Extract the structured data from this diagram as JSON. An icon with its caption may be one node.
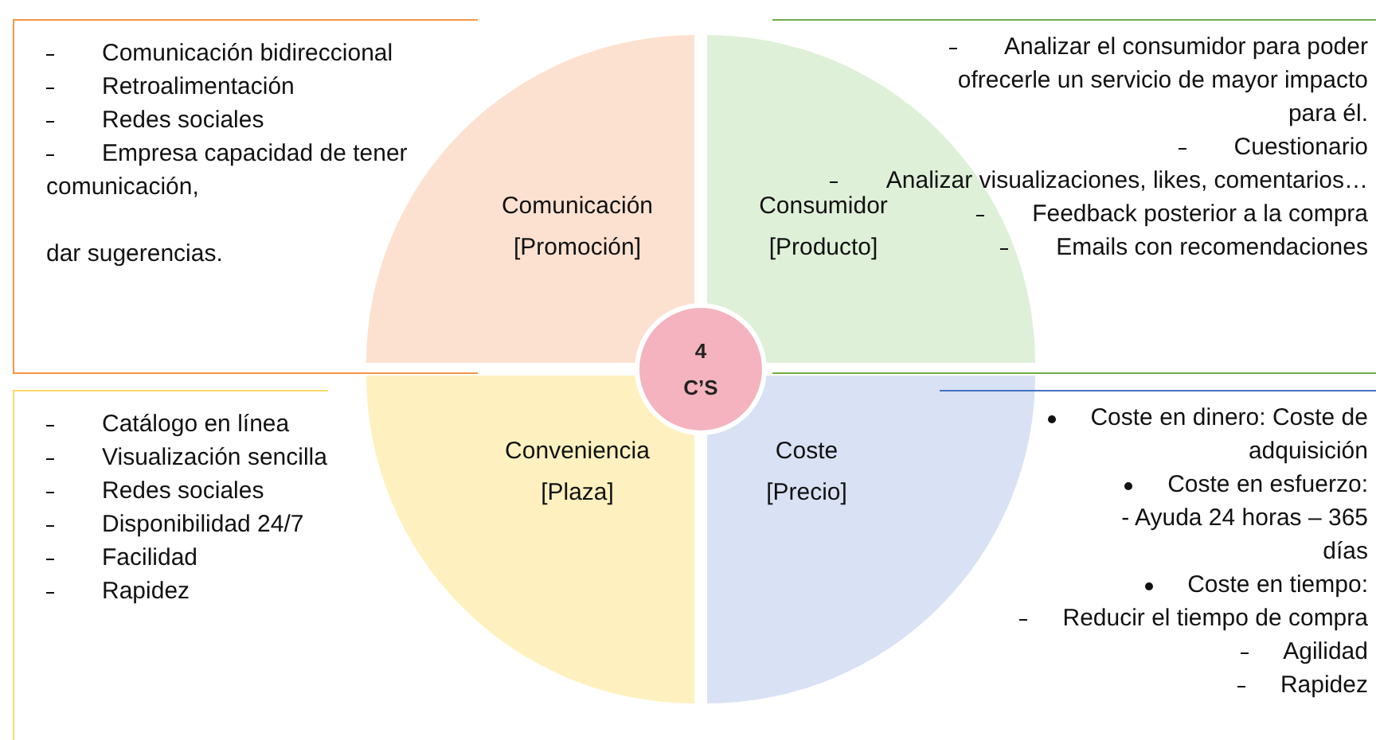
{
  "diagram": {
    "nodes": [
      {
        "text": [
          "Comunicación bidireccional",
          "Retroalimentación",
          "Redes sociales",
          "Empresa capacidad de tener comunicación,",
          "dar sugerencias."
        ]
      },
      {
        "text": [
          "Comunicación [Promoción]"
        ]
      },
      {
        "text": [
          "Consumidor [Producto]"
        ]
      },
      {
        "text": [
          "Analizar el consumidor para poder ofrecerle un servicio de mayor impacto para él.",
          "Cuestionario",
          "Analizar visualizaciones, likes, comentarios…",
          "Feedback posterior a la compra",
          "Emails con recomendaciones"
        ]
      },
      {
        "text": [
          "4 C’S"
        ]
      },
      {
        "text": [
          "Catálogo en línea",
          "Visualización sencilla",
          "Redes sociales",
          "Disponibilidad 24/7",
          "Facilidad",
          "Rapidez"
        ]
      },
      {
        "text": [
          "Conveniencia [Plaza]"
        ]
      },
      {
        "text": [
          "Coste [Precio]"
        ]
      },
      {
        "text": [
          "Coste en dinero: Coste de adquisición",
          "Coste en esfuerzo:",
          "- Ayuda 24 horas – 365 días",
          "Coste en tiempo:",
          "Reducir el tiempo de compra",
          "Agilidad",
          "Rapidez"
        ]
      }
    ]
  }
}
